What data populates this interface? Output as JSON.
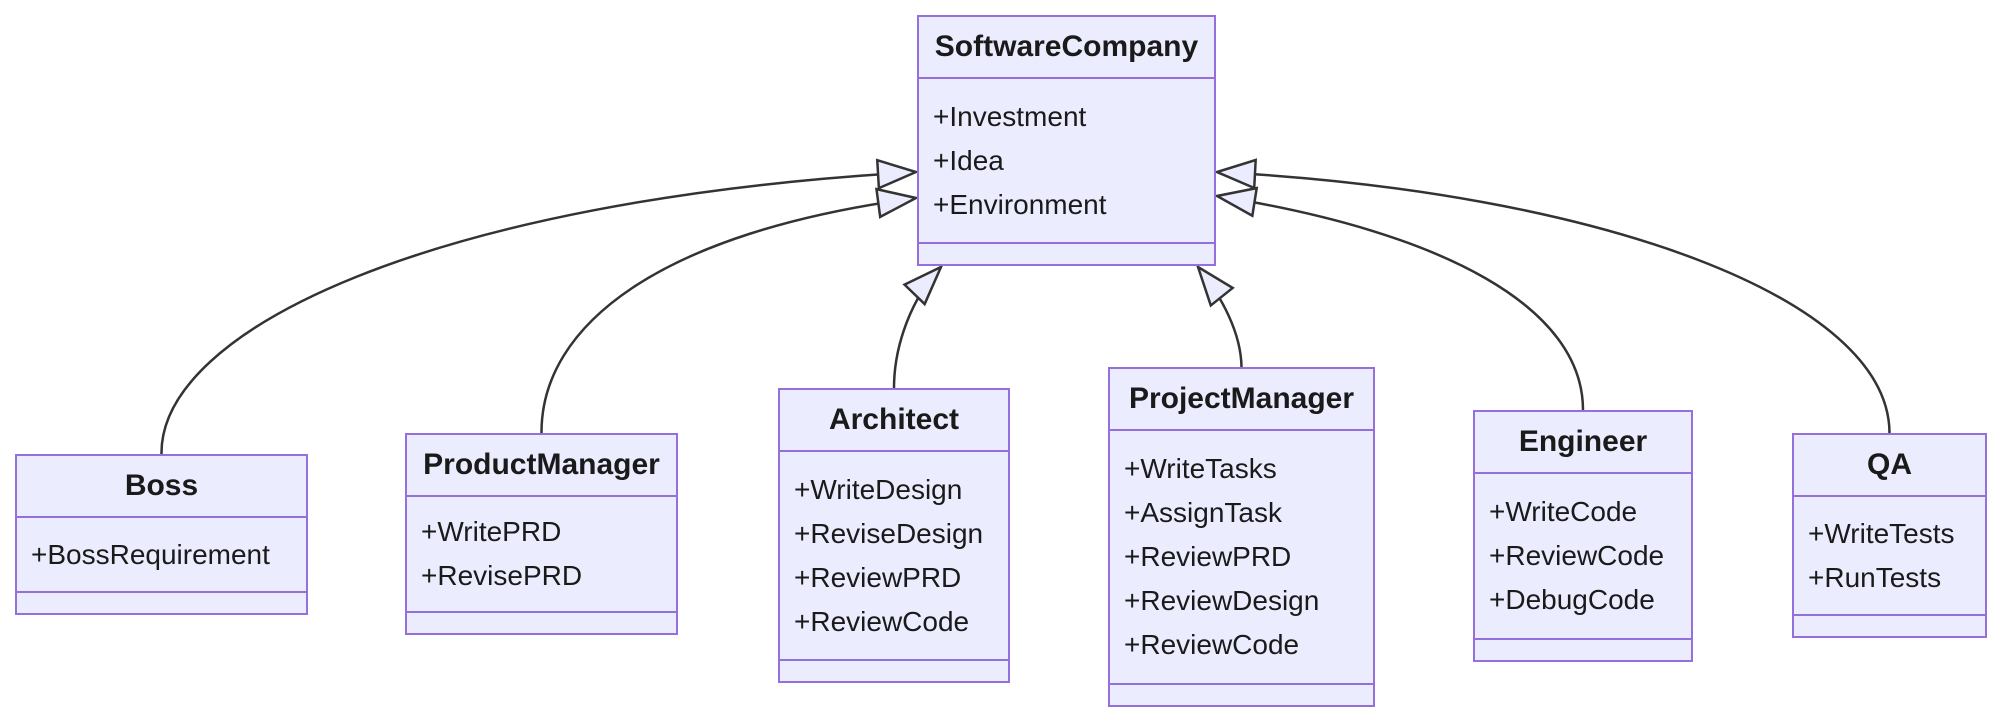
{
  "diagram_type": "uml-class-diagram",
  "colors": {
    "node_fill": "#ECECFF",
    "node_border": "#9370DB",
    "edge_stroke": "#333333",
    "arrowhead_fill": "#ECECFF",
    "text": "#1a1a1a",
    "background": "#ffffff"
  },
  "classes": [
    {
      "name": "SoftwareCompany",
      "members": [
        "+Investment",
        "+Idea",
        "+Environment"
      ]
    },
    {
      "name": "Boss",
      "members": [
        "+BossRequirement"
      ]
    },
    {
      "name": "ProductManager",
      "members": [
        "+WritePRD",
        "+RevisePRD"
      ]
    },
    {
      "name": "Architect",
      "members": [
        "+WriteDesign",
        "+ReviseDesign",
        "+ReviewPRD",
        "+ReviewCode"
      ]
    },
    {
      "name": "ProjectManager",
      "members": [
        "+WriteTasks",
        "+AssignTask",
        "+ReviewPRD",
        "+ReviewDesign",
        "+ReviewCode"
      ]
    },
    {
      "name": "Engineer",
      "members": [
        "+WriteCode",
        "+ReviewCode",
        "+DebugCode"
      ]
    },
    {
      "name": "QA",
      "members": [
        "+WriteTests",
        "+RunTests"
      ]
    }
  ],
  "relations": [
    {
      "child": "Boss",
      "parent": "SoftwareCompany",
      "type": "inheritance"
    },
    {
      "child": "ProductManager",
      "parent": "SoftwareCompany",
      "type": "inheritance"
    },
    {
      "child": "Architect",
      "parent": "SoftwareCompany",
      "type": "inheritance"
    },
    {
      "child": "ProjectManager",
      "parent": "SoftwareCompany",
      "type": "inheritance"
    },
    {
      "child": "Engineer",
      "parent": "SoftwareCompany",
      "type": "inheritance"
    },
    {
      "child": "QA",
      "parent": "SoftwareCompany",
      "type": "inheritance"
    }
  ]
}
